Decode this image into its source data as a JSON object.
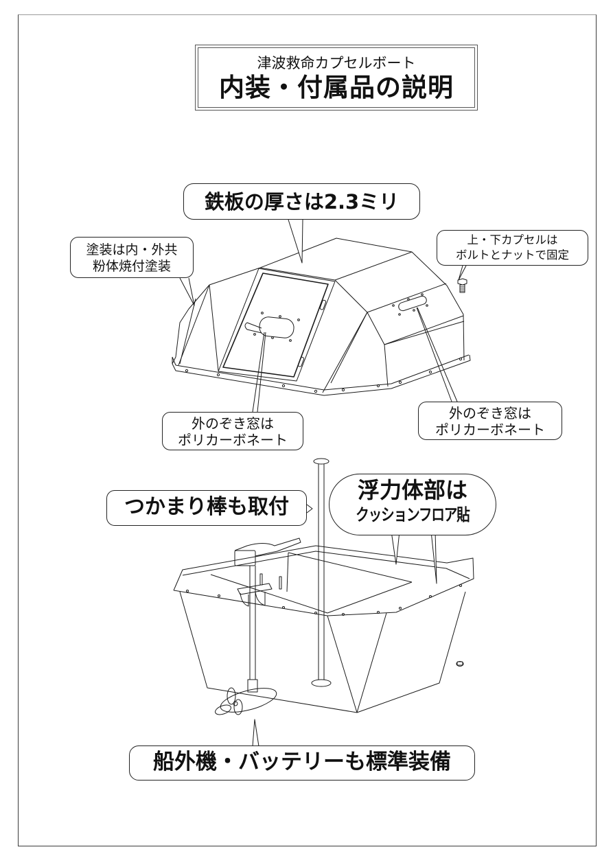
{
  "document": {
    "title_sub": "津波救命カプセルボート",
    "title_main": "内装・付属品の説明"
  },
  "callouts": {
    "steel_thickness": "鉄板の厚さは2.3ミリ",
    "paint": {
      "line1": "塗装は内・外共",
      "line2": "粉体焼付塗装"
    },
    "bolt": {
      "line1": "上・下カプセルは",
      "line2": "ボルトとナットで固定"
    },
    "window_left": {
      "line1": "外のぞき窓は",
      "line2": "ポリカーボネート"
    },
    "window_right": {
      "line1": "外のぞき窓は",
      "line2": "ポリカーボネート"
    },
    "grab_bar": "つかまり棒も取付",
    "float": {
      "line1": "浮力体部は",
      "line2": "クッションフロア貼"
    },
    "engine": "船外機・バッテリーも標準装備"
  },
  "illustrations": {
    "upper": "capsule-top-cover",
    "lower": "capsule-bottom-hull",
    "parts": [
      "bolt",
      "nut",
      "grab-pole",
      "outboard-motor"
    ]
  },
  "colors": {
    "line": "#1a1a1a",
    "background": "#ffffff",
    "frame": "#3a3a3a"
  }
}
